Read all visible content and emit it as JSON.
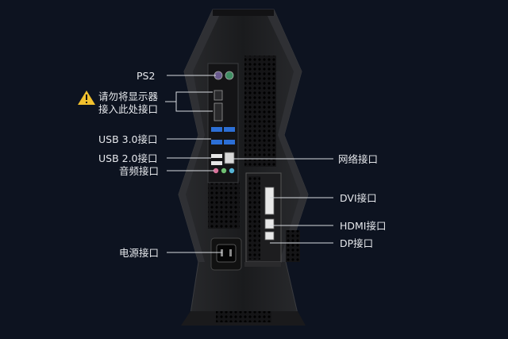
{
  "colors": {
    "background": "#0d1320",
    "chassis": "#1c1c1e",
    "label_text": "#e6e8ec",
    "leader_line": "#d8dbe0",
    "warning": "#f2c12e"
  },
  "labels": {
    "ps2": "PS2",
    "warning_line1": "请勿将显示器",
    "warning_line2": "接入此处接口",
    "usb30": "USB 3.0接口",
    "usb20": "USB 2.0接口",
    "audio": "音频接口",
    "power": "电源接口",
    "network": "网络接口",
    "dvi": "DVI接口",
    "hdmi": "HDMI接口",
    "dp": "DP接口"
  },
  "icons": {
    "warning": "warning-triangle-icon"
  }
}
